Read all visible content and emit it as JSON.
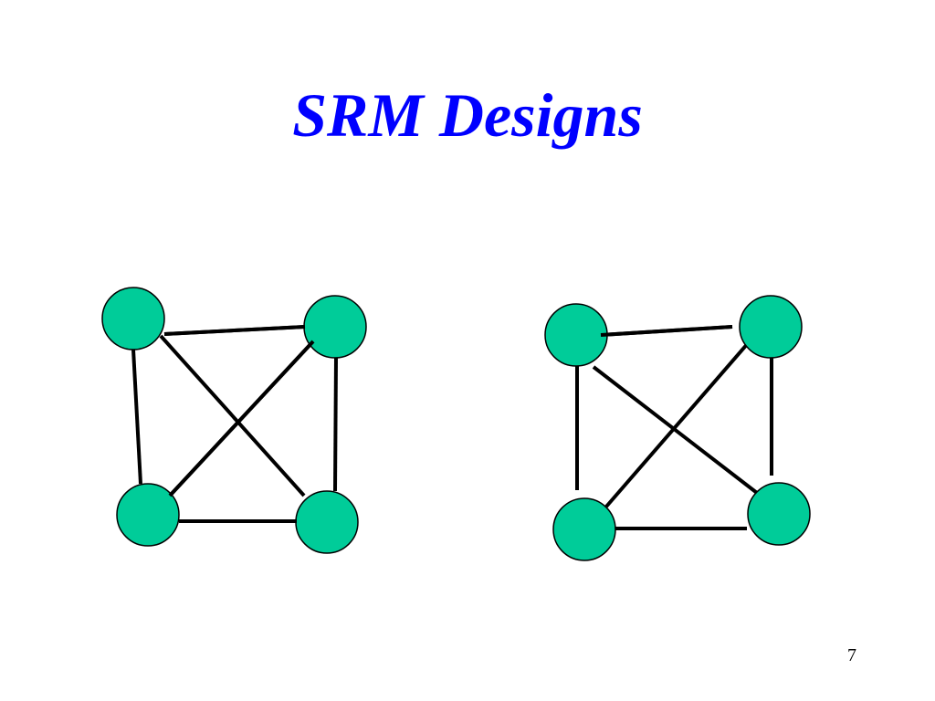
{
  "slide": {
    "title": "SRM Designs",
    "page_number": "7"
  },
  "colors": {
    "title": "#0000ff",
    "node_fill": "#00cc99",
    "node_stroke": "#000000",
    "edge": "#000000"
  },
  "diagrams": [
    {
      "id": "left",
      "nodes": [
        "top-left",
        "top-right",
        "bottom-left",
        "bottom-right"
      ],
      "edges": [
        [
          "top-left",
          "top-right"
        ],
        [
          "top-left",
          "bottom-left"
        ],
        [
          "top-left",
          "bottom-right"
        ],
        [
          "top-right",
          "bottom-left"
        ],
        [
          "top-right",
          "bottom-right"
        ],
        [
          "bottom-left",
          "bottom-right"
        ]
      ]
    },
    {
      "id": "right",
      "nodes": [
        "top-left",
        "top-right",
        "bottom-left",
        "bottom-right"
      ],
      "edges": [
        [
          "top-left",
          "top-right"
        ],
        [
          "top-left",
          "bottom-left"
        ],
        [
          "top-left",
          "bottom-right"
        ],
        [
          "top-right",
          "bottom-left"
        ],
        [
          "top-right",
          "bottom-right"
        ],
        [
          "bottom-left",
          "bottom-right"
        ]
      ]
    }
  ]
}
